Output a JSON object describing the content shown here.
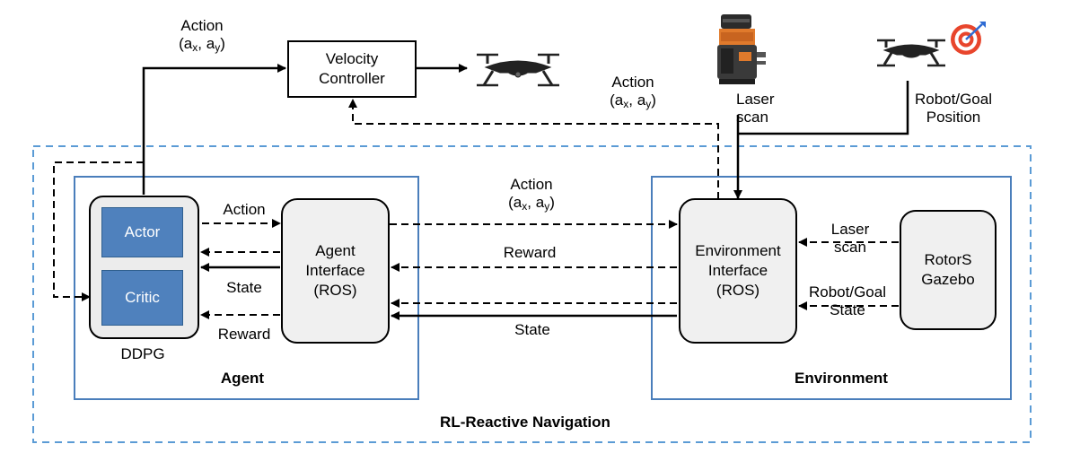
{
  "colors": {
    "frame_dashed": "#5b9bd5",
    "frame_solid": "#4a7ebb",
    "module_fill": "#4f81bd",
    "box_fill": "#f0f0f0",
    "arrow": "#000000"
  },
  "icons": {
    "drone": "quadcopter-drone",
    "lidar": "laser-scanner",
    "goal": "target-bullseye"
  },
  "top": {
    "action_label": "Action",
    "action_vec": {
      "a": "a",
      "x": "x",
      "sep": ", ",
      "y": "y",
      "open": "(",
      "close": ")"
    },
    "velocity_controller": [
      "Velocity",
      "Controller"
    ],
    "laser_scan": [
      "Laser",
      "scan"
    ],
    "robot_goal_position": [
      "Robot/Goal",
      "Position"
    ]
  },
  "agent": {
    "title": "Agent",
    "ddpg": "DDPG",
    "actor": "Actor",
    "critic": "Critic",
    "interface": [
      "Agent",
      "Interface",
      "(ROS)"
    ],
    "action": "Action",
    "state": "State",
    "reward": "Reward"
  },
  "middle": {
    "action": "Action",
    "reward": "Reward",
    "state": "State"
  },
  "environment": {
    "title": "Environment",
    "interface": [
      "Environment",
      "Interface",
      "(ROS)"
    ],
    "gazebo": [
      "RotorS",
      "Gazebo"
    ],
    "laser_scan": [
      "Laser",
      "scan"
    ],
    "robot_goal_state": [
      "Robot/Goal",
      "State"
    ]
  },
  "frame_title": "RL-Reactive Navigation"
}
